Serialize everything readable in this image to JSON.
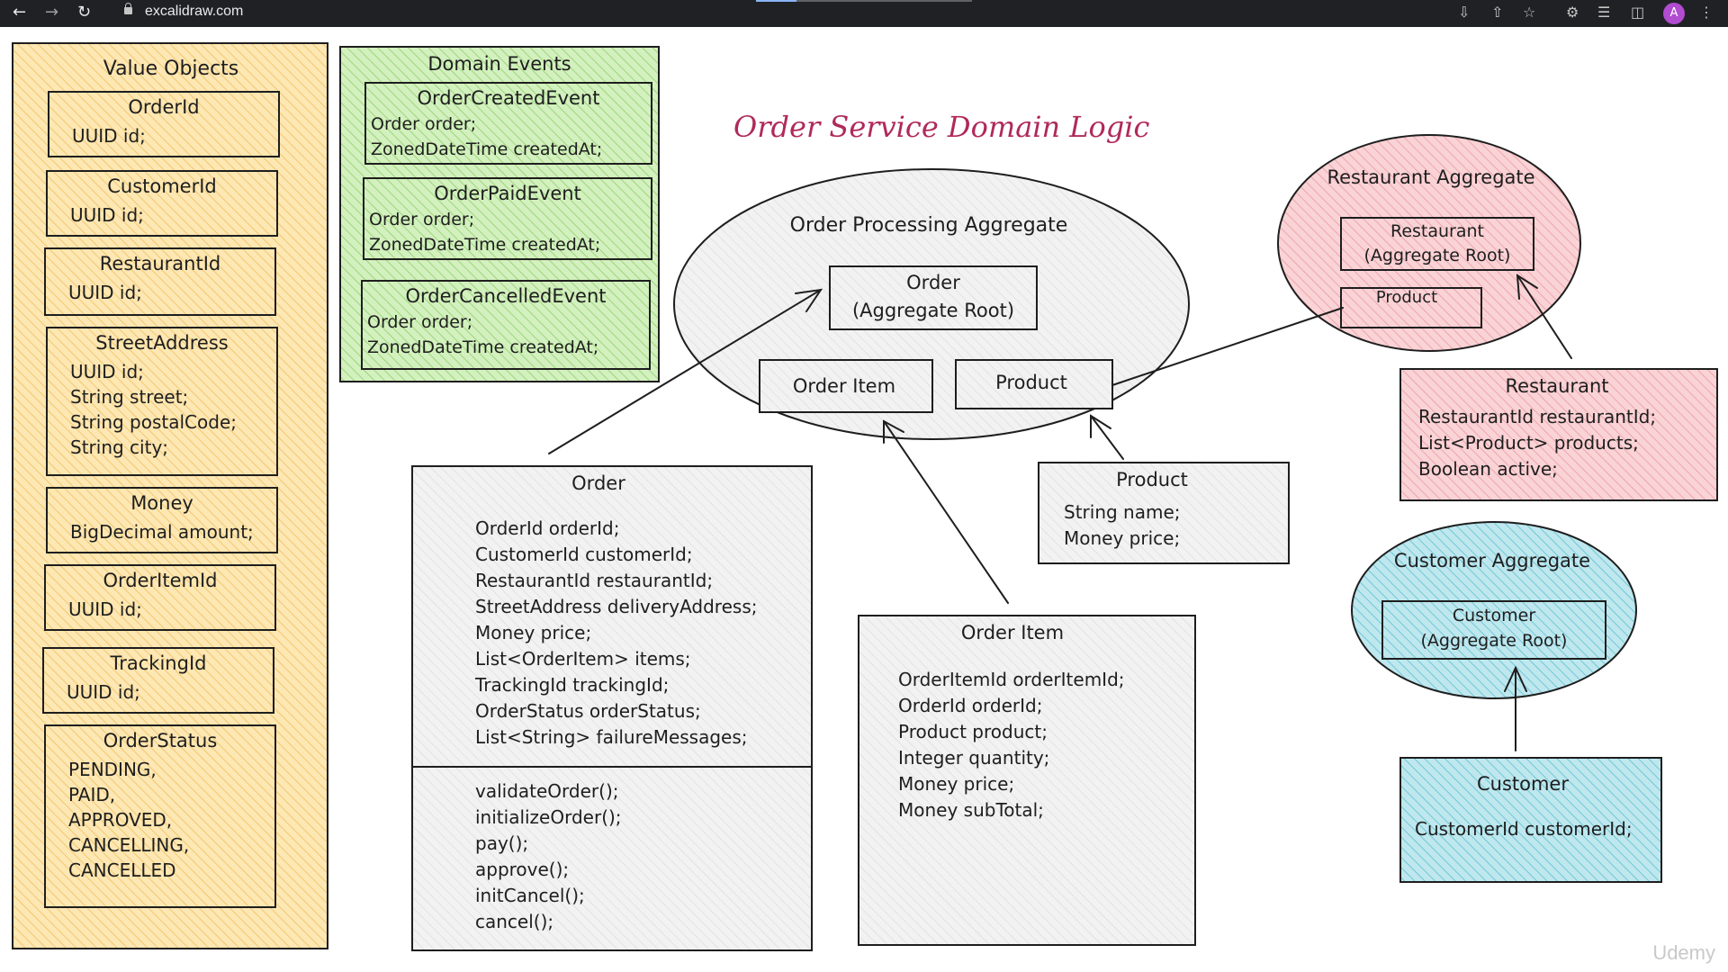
{
  "browser": {
    "url": "excalidraw.com",
    "avatar_letter": "A",
    "icons": [
      "back-icon",
      "forward-icon",
      "reload-icon",
      "lock-icon",
      "install-icon",
      "share-icon",
      "bookmark-star-icon",
      "extensions-icon",
      "reading-list-icon",
      "side-panel-icon",
      "profile-avatar",
      "menu-icon"
    ]
  },
  "diagram": {
    "title": "Order Service Domain Logic",
    "colors": {
      "value_objects": "#fbe3a8",
      "domain_events": "#c9ecb2",
      "restaurant": "#f6c9cd",
      "customer": "#aee0e8",
      "neutral": "#ececec",
      "title": "#b0295a"
    },
    "value_objects": {
      "heading": "Value Objects",
      "items": [
        {
          "name": "OrderId",
          "fields": [
            "UUID id;"
          ]
        },
        {
          "name": "CustomerId",
          "fields": [
            "UUID id;"
          ]
        },
        {
          "name": "RestaurantId",
          "fields": [
            "UUID id;"
          ]
        },
        {
          "name": "StreetAddress",
          "fields": [
            "UUID id;",
            "String street;",
            "String postalCode;",
            "String city;"
          ]
        },
        {
          "name": "Money",
          "fields": [
            "BigDecimal amount;"
          ]
        },
        {
          "name": "OrderItemId",
          "fields": [
            "UUID id;"
          ]
        },
        {
          "name": "TrackingId",
          "fields": [
            "UUID id;"
          ]
        },
        {
          "name": "OrderStatus",
          "fields": [
            "PENDING,",
            "PAID,",
            "APPROVED,",
            "CANCELLING,",
            "CANCELLED"
          ]
        }
      ]
    },
    "domain_events": {
      "heading": "Domain Events",
      "items": [
        {
          "name": "OrderCreatedEvent",
          "fields": [
            "Order order;",
            "ZonedDateTime createdAt;"
          ]
        },
        {
          "name": "OrderPaidEvent",
          "fields": [
            "Order order;",
            "ZonedDateTime createdAt;"
          ]
        },
        {
          "name": "OrderCancelledEvent",
          "fields": [
            "Order order;",
            "ZonedDateTime createdAt;"
          ]
        }
      ]
    },
    "order_processing_aggregate": {
      "heading": "Order Processing Aggregate",
      "root_line1": "Order",
      "root_line2": "(Aggregate Root)",
      "item": "Order Item",
      "product": "Product"
    },
    "restaurant_aggregate": {
      "heading": "Restaurant Aggregate",
      "root_line1": "Restaurant",
      "root_line2": "(Aggregate Root)",
      "product": "Product"
    },
    "customer_aggregate": {
      "heading": "Customer Aggregate",
      "root_line1": "Customer",
      "root_line2": "(Aggregate Root)"
    },
    "order_entity": {
      "heading": "Order",
      "fields": [
        "OrderId orderId;",
        "CustomerId customerId;",
        "RestaurantId restaurantId;",
        "StreetAddress deliveryAddress;",
        "Money price;",
        "List<OrderItem> items;",
        "TrackingId trackingId;",
        "OrderStatus orderStatus;",
        "List<String> failureMessages;"
      ],
      "methods": [
        "validateOrder();",
        "initializeOrder();",
        "pay();",
        "approve();",
        "initCancel();",
        "cancel();"
      ]
    },
    "order_item_entity": {
      "heading": "Order Item",
      "fields": [
        "OrderItemId orderItemId;",
        "OrderId orderId;",
        "Product product;",
        "Integer quantity;",
        "Money price;",
        "Money subTotal;"
      ]
    },
    "product_entity": {
      "heading": "Product",
      "fields": [
        "String name;",
        "Money price;"
      ]
    },
    "restaurant_entity": {
      "heading": "Restaurant",
      "fields": [
        "RestaurantId restaurantId;",
        "List<Product> products;",
        "Boolean active;"
      ]
    },
    "customer_entity": {
      "heading": "Customer",
      "fields": [
        "CustomerId customerId;"
      ]
    }
  },
  "watermark": "Udemy"
}
